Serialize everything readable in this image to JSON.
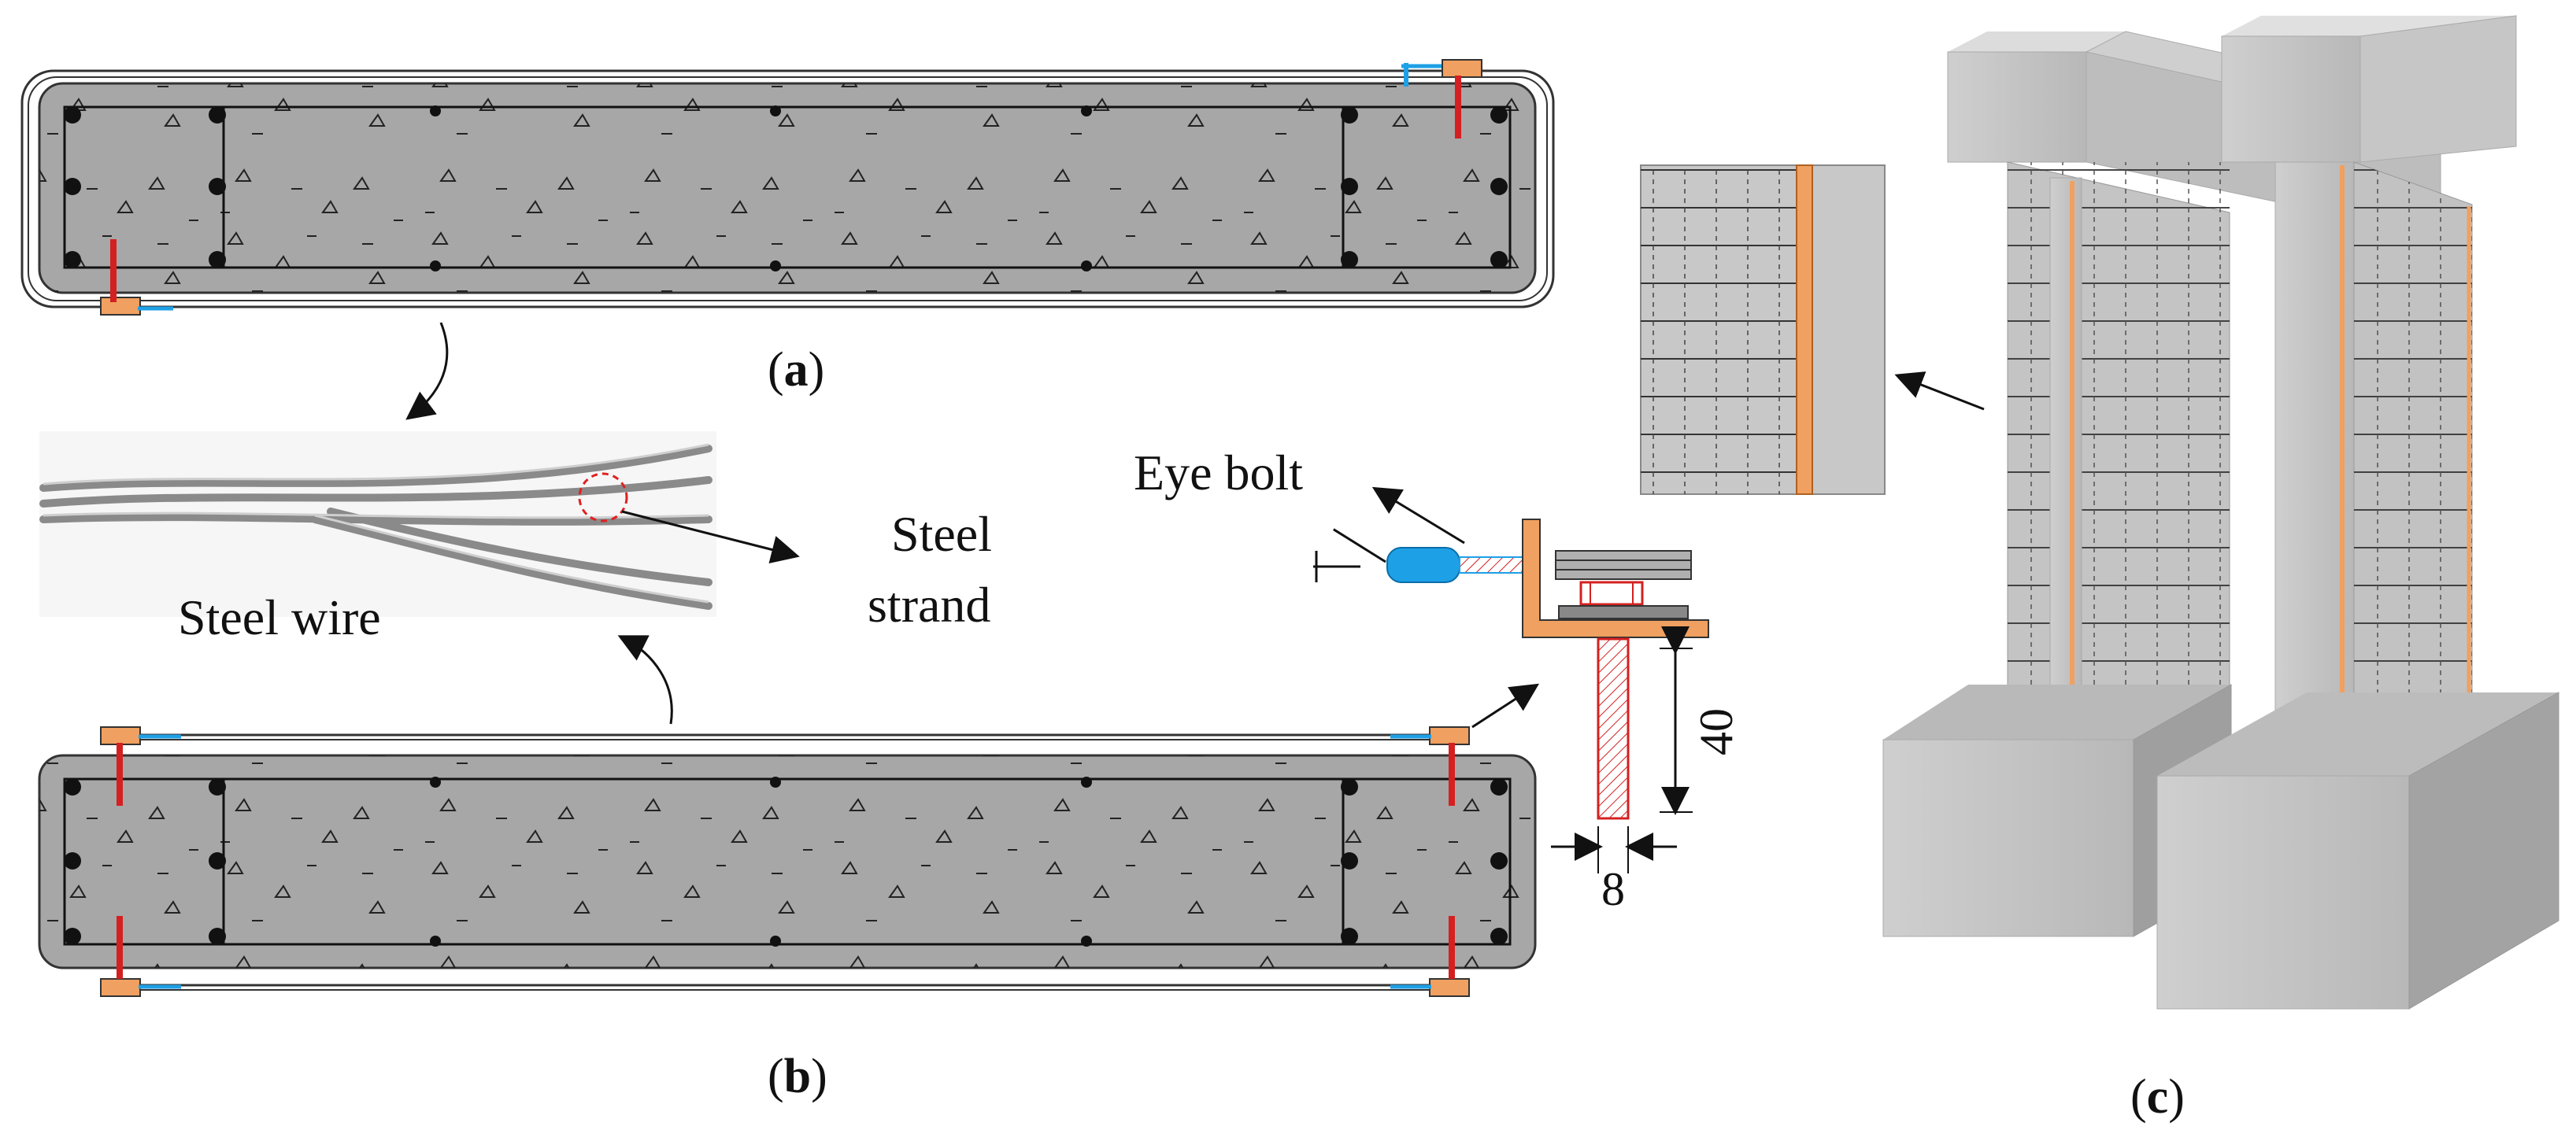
{
  "captions": {
    "a": {
      "open": "(",
      "letter": "a",
      "close": ")"
    },
    "b": {
      "open": "(",
      "letter": "b",
      "close": ")"
    },
    "c": {
      "open": "(",
      "letter": "c",
      "close": ")"
    }
  },
  "labels": {
    "steel_wire": "Steel wire",
    "steel_strand_1": "Steel",
    "steel_strand_2": "strand",
    "eye_bolt": "Eye bolt"
  },
  "dimensions": {
    "height": "40",
    "width": "8"
  },
  "colors": {
    "concrete": "#a7a7a7",
    "rebar": "#111111",
    "bolt_red": "#d42020",
    "angle_orange": "#f0a060",
    "eye_blue": "#1ea0e6",
    "wall_gray": "#c9c9c9"
  }
}
